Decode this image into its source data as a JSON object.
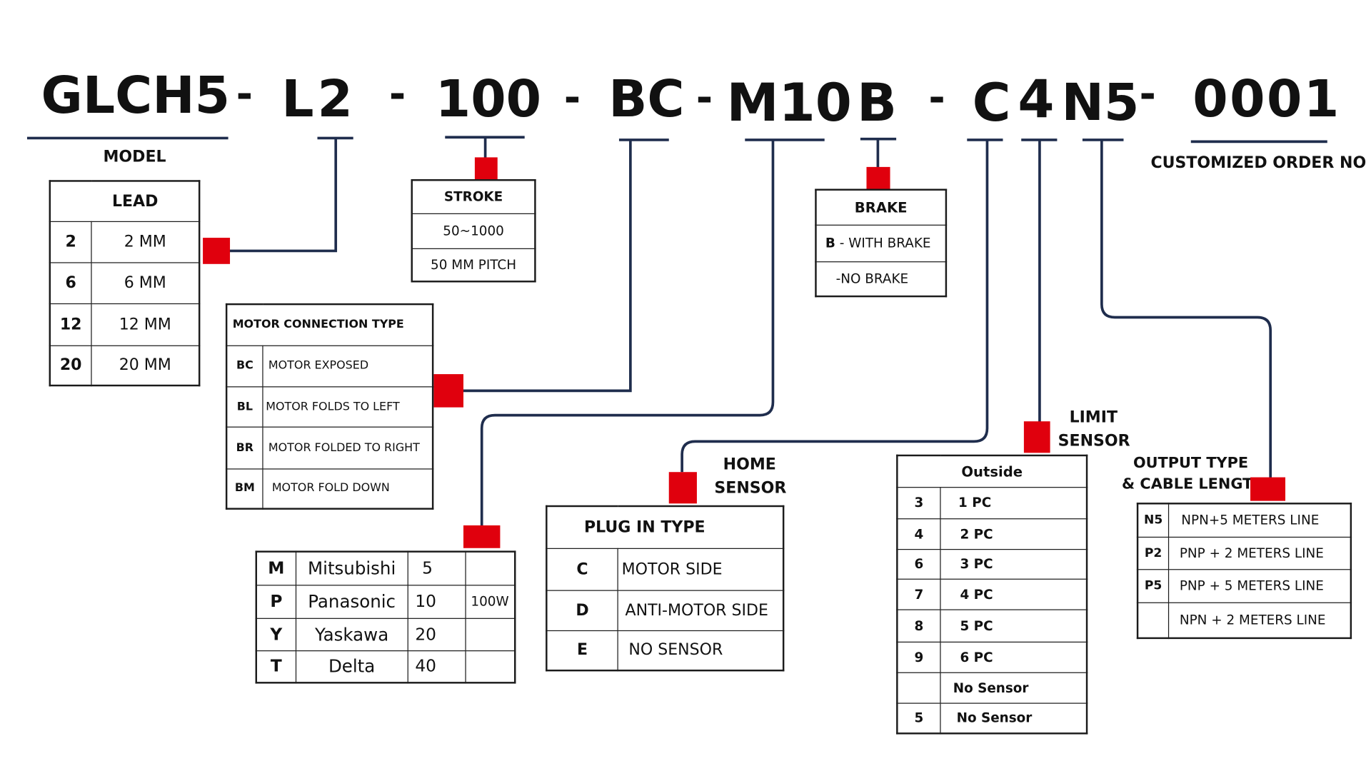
{
  "code": {
    "model": "GLCH5",
    "lead": "L2",
    "stroke": "100",
    "motor_connection": "BC",
    "motor": "M10",
    "brake": "B",
    "home_sensor": "C",
    "limit_sensor": "4",
    "output": "N5",
    "order_no": "0001",
    "separator": "-"
  },
  "labels": {
    "model": "MODEL",
    "customized_order_no": "CUSTOMIZED ORDER NO",
    "home_sensor": [
      "HOME",
      "SENSOR"
    ],
    "limit_sensor": [
      "LIMIT",
      "SENSOR"
    ],
    "output_type": [
      "OUTPUT TYPE",
      "& CABLE LENGTH"
    ]
  },
  "lead_table": {
    "header": "LEAD",
    "rows": [
      {
        "code": "2",
        "value": "2 MM"
      },
      {
        "code": "6",
        "value": "6 MM"
      },
      {
        "code": "12",
        "value": "12 MM"
      },
      {
        "code": "20",
        "value": "20 MM"
      }
    ]
  },
  "stroke_table": {
    "header": "STROKE",
    "rows": [
      "50~1000",
      "50 MM PITCH"
    ]
  },
  "brake_table": {
    "header": "BRAKE",
    "rows": [
      {
        "code": "B",
        "text": " - WITH BRAKE"
      },
      {
        "code": "",
        "text": "-NO BRAKE"
      }
    ]
  },
  "motor_connection_table": {
    "header": "MOTOR CONNECTION TYPE",
    "rows": [
      {
        "code": "BC",
        "text": "MOTOR EXPOSED"
      },
      {
        "code": "BL",
        "text": "MOTOR FOLDS TO LEFT"
      },
      {
        "code": "BR",
        "text": "MOTOR FOLDED TO RIGHT"
      },
      {
        "code": "BM",
        "text": "MOTOR FOLD DOWN"
      }
    ]
  },
  "motor_table": {
    "rows": [
      {
        "code": "M",
        "brand": "Mitsubishi",
        "size": "5",
        "power": ""
      },
      {
        "code": "P",
        "brand": "Panasonic",
        "size": "10",
        "power": "100W"
      },
      {
        "code": "Y",
        "brand": "Yaskawa",
        "size": "20",
        "power": ""
      },
      {
        "code": "T",
        "brand": "Delta",
        "size": "40",
        "power": ""
      }
    ]
  },
  "home_sensor_table": {
    "header": "PLUG IN TYPE",
    "rows": [
      {
        "code": "C",
        "text": "MOTOR SIDE"
      },
      {
        "code": "D",
        "text": "ANTI-MOTOR SIDE"
      },
      {
        "code": "E",
        "text": "NO SENSOR"
      }
    ]
  },
  "limit_sensor_table": {
    "header": "Outside",
    "rows": [
      {
        "code": "3",
        "text": "1 PC"
      },
      {
        "code": "4",
        "text": "2 PC"
      },
      {
        "code": "6",
        "text": "3 PC"
      },
      {
        "code": "7",
        "text": "4 PC"
      },
      {
        "code": "8",
        "text": "5 PC"
      },
      {
        "code": "9",
        "text": "6 PC"
      },
      {
        "code": "",
        "text": "No Sensor"
      },
      {
        "code": "5",
        "text": "No Sensor"
      }
    ]
  },
  "output_table": {
    "rows": [
      {
        "code": "N5",
        "text": "NPN+5 METERS LINE"
      },
      {
        "code": "P2",
        "text": "PNP + 2 METERS LINE"
      },
      {
        "code": "P5",
        "text": "PNP + 5 METERS LINE"
      },
      {
        "code": "",
        "text": "NPN + 2 METERS LINE"
      }
    ]
  },
  "colors": {
    "wire": "#1f2d4d",
    "marker": "#e0000d",
    "border": "#1b1b1b"
  }
}
